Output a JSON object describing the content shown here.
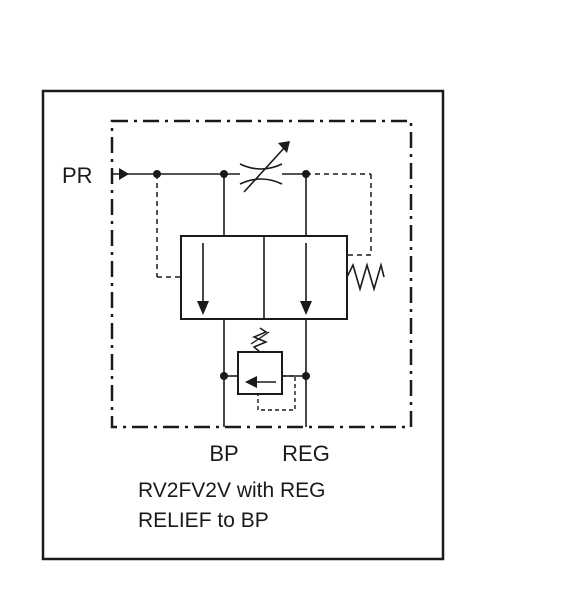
{
  "ports": {
    "pr": "PR",
    "bp": "BP",
    "reg": "REG"
  },
  "caption": {
    "line1": "RV2FV2V with REG",
    "line2": "RELIEF to BP"
  },
  "colors": {
    "ink": "#1a1a1a",
    "background": "#ffffff"
  }
}
